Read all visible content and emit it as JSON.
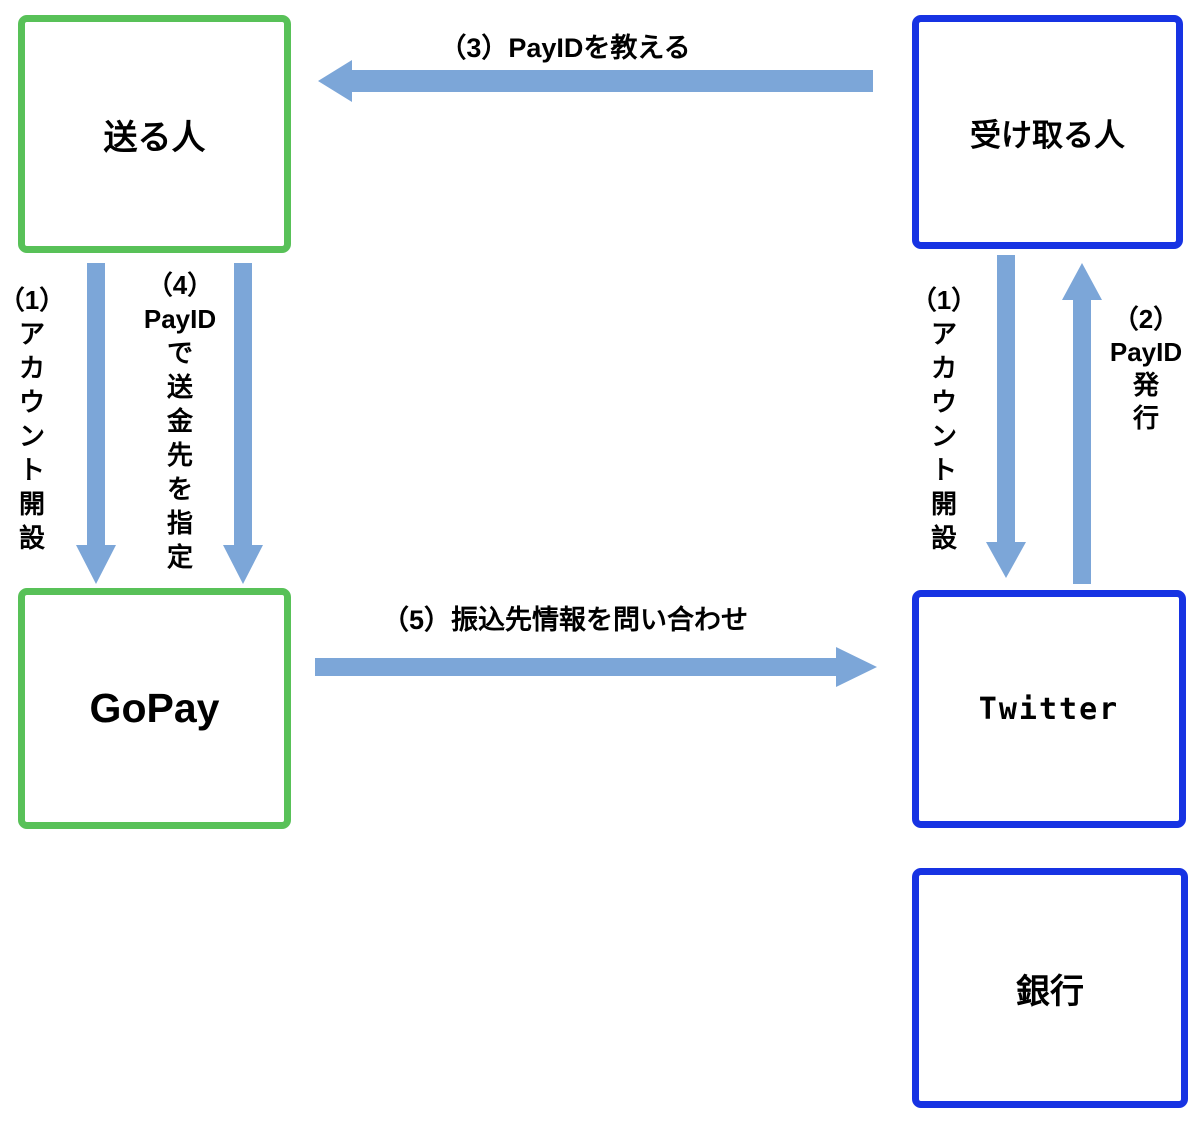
{
  "colors": {
    "green_border": "#58C158",
    "blue_border": "#1733E3",
    "arrow": "#7CA6D8",
    "text": "#000000",
    "background": "#FFFFFF"
  },
  "nodes": {
    "sender": {
      "label": "送る人"
    },
    "receiver": {
      "label": "受け取る人"
    },
    "gopay": {
      "label": "GoPay"
    },
    "twitter": {
      "label": "Twitter"
    },
    "bank": {
      "label": "銀行"
    }
  },
  "arrows": {
    "step3": {
      "label": "（3）PayIDを教える",
      "from": "receiver",
      "to": "sender",
      "direction": "left"
    },
    "step5": {
      "label": "（5）振込先情報を問い合わせ",
      "from": "gopay",
      "to": "twitter",
      "direction": "right"
    },
    "step1_left": {
      "lines": [
        "（1）",
        "ア",
        "カ",
        "ウ",
        "ン",
        "ト",
        "開",
        "設"
      ],
      "from": "sender",
      "to": "gopay",
      "direction": "down"
    },
    "step4": {
      "lines": [
        "（4）",
        "PayID",
        "で",
        "送",
        "金",
        "先",
        "を",
        "指",
        "定"
      ],
      "from": "sender",
      "to": "gopay",
      "direction": "down"
    },
    "step1_right": {
      "lines": [
        "（1）",
        "ア",
        "カ",
        "ウ",
        "ン",
        "ト",
        "開",
        "設"
      ],
      "from": "receiver",
      "to": "twitter",
      "direction": "down"
    },
    "step2": {
      "lines": [
        "（2）",
        "PayID",
        "発",
        "行"
      ],
      "from": "twitter",
      "to": "receiver",
      "direction": "up"
    }
  }
}
